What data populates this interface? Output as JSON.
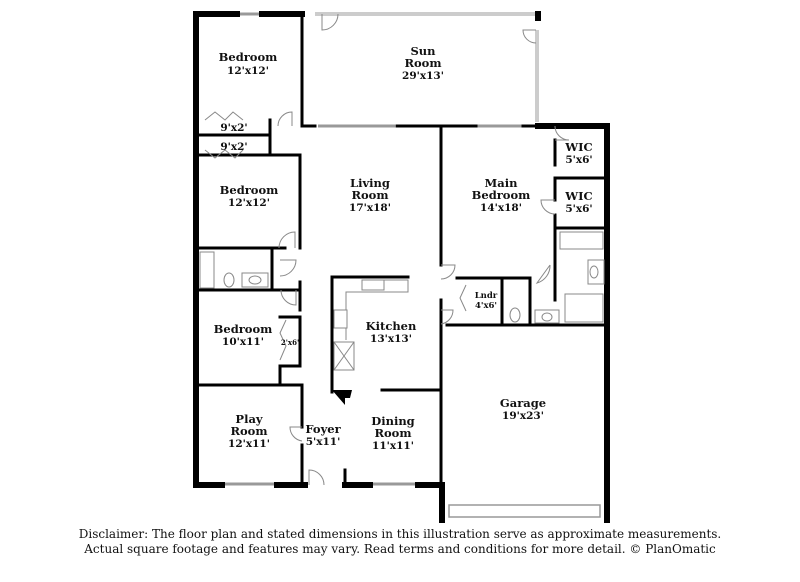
{
  "rooms": {
    "bedroom_1": {
      "name": "Bedroom",
      "dim": "12'x12'"
    },
    "sun_room": {
      "name_line1": "Sun",
      "name_line2": "Room",
      "dim": "29'x13'"
    },
    "closet_1": {
      "dim": "9'x2'"
    },
    "closet_2": {
      "dim": "9'x2'"
    },
    "bedroom_2": {
      "name": "Bedroom",
      "dim": "12'x12'"
    },
    "living_room": {
      "name_line1": "Living",
      "name_line2": "Room",
      "dim": "17'x18'"
    },
    "main_bedroom": {
      "name_line1": "Main",
      "name_line2": "Bedroom",
      "dim": "14'x18'"
    },
    "wic_1": {
      "name": "WIC",
      "dim": "5'x6'"
    },
    "wic_2": {
      "name": "WIC",
      "dim": "5'x6'"
    },
    "bedroom_3": {
      "name": "Bedroom",
      "dim": "10'x11'"
    },
    "closet_3": {
      "dim": "2'x6'"
    },
    "kitchen": {
      "name": "Kitchen",
      "dim": "13'x13'"
    },
    "laundry": {
      "name": "Lndr",
      "dim": "4'x6'"
    },
    "garage": {
      "name": "Garage",
      "dim": "19'x23'"
    },
    "play_room": {
      "name_line1": "Play",
      "name_line2": "Room",
      "dim": "12'x11'"
    },
    "foyer": {
      "name": "Foyer",
      "dim": "5'x11'"
    },
    "dining_room": {
      "name_line1": "Dining",
      "name_line2": "Room",
      "dim": "11'x11'"
    }
  },
  "disclaimer": {
    "line1": "Disclaimer: The floor plan and stated dimensions in this illustration serve as approximate measurements.",
    "line2": "Actual square footage and features may vary. Read terms and conditions for more detail. © PlanOmatic"
  }
}
